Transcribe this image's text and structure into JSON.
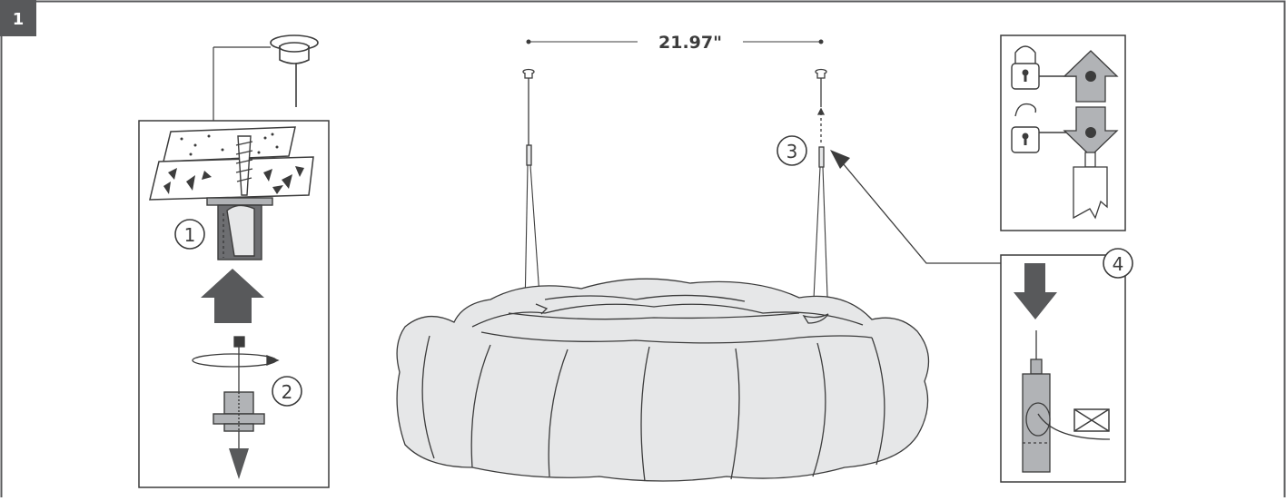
{
  "step_badge": "1",
  "dimension_label": "21.97\"",
  "callouts": {
    "c1": "1",
    "c2": "2",
    "c3": "3",
    "c4": "4"
  },
  "colors": {
    "frame": "#58595b",
    "badge_bg": "#58595b",
    "badge_text": "#ffffff",
    "line": "#3c3c3c",
    "dark_fill": "#6d6e71",
    "mid_fill": "#b1b3b6",
    "light_fill": "#e6e7e8"
  },
  "icons": [
    "lock-closed-icon",
    "arrow-up-icon",
    "lock-open-icon",
    "arrow-down-icon",
    "envelope-icon",
    "ceiling-mount-icon"
  ]
}
